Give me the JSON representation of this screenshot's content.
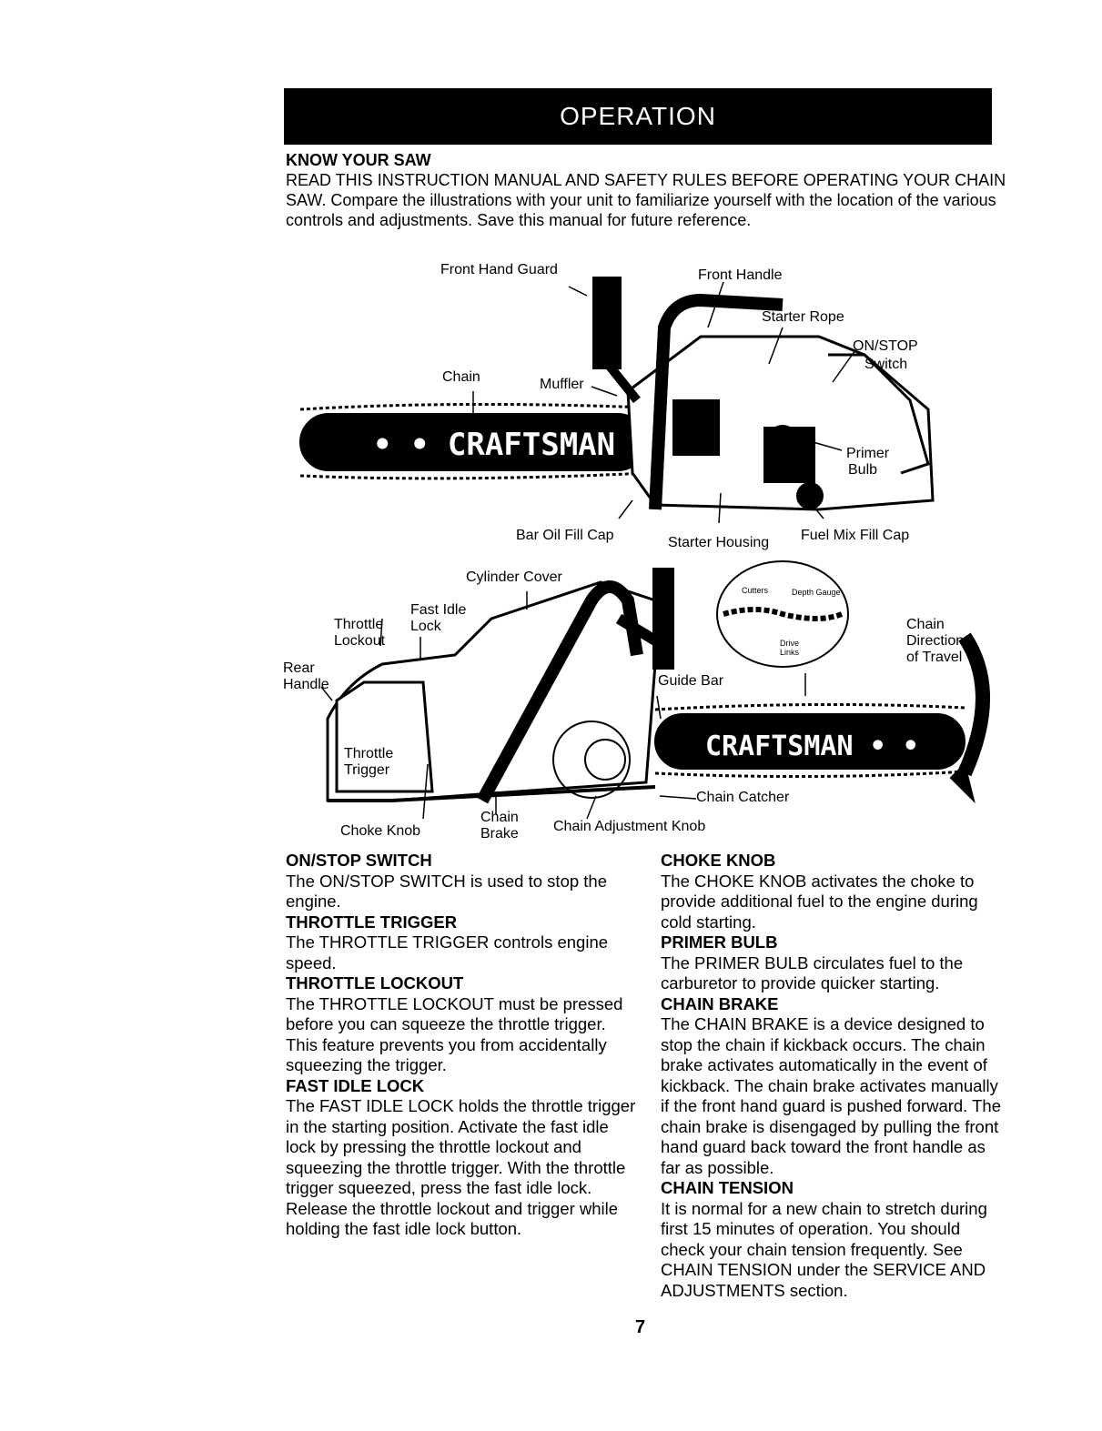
{
  "header": {
    "title": "OPERATION"
  },
  "intro": {
    "title": "KNOW YOUR SAW",
    "body": "READ THIS INSTRUCTION MANUAL AND SAFETY RULES BEFORE OPERATING YOUR CHAIN SAW. Compare the illustrations with your unit to familiarize yourself with the location of the various controls and adjustments. Save this manual for future reference."
  },
  "figure": {
    "brand": "CRAFTSMAN",
    "labels": {
      "front_hand_guard": "Front Hand Guard",
      "front_handle": "Front Handle",
      "starter_rope": "Starter Rope",
      "on_stop_switch_1": "ON/STOP",
      "on_stop_switch_2": "Switch",
      "chain": "Chain",
      "muffler": "Muffler",
      "primer_bulb_1": "Primer",
      "primer_bulb_2": "Bulb",
      "bar_oil_fill_cap": "Bar Oil Fill Cap",
      "starter_housing": "Starter Housing",
      "fuel_mix_fill_cap": "Fuel Mix Fill Cap",
      "cylinder_cover": "Cylinder Cover",
      "fast_idle_lock_1": "Fast Idle",
      "fast_idle_lock_2": "Lock",
      "throttle_lockout_1": "Throttle",
      "throttle_lockout_2": "Lockout",
      "rear_handle_1": "Rear",
      "rear_handle_2": "Handle",
      "throttle_trigger_1": "Throttle",
      "throttle_trigger_2": "Trigger",
      "guide_bar": "Guide Bar",
      "chain_direction_1": "Chain",
      "chain_direction_2": "Direction",
      "chain_direction_3": "of Travel",
      "cutters": "Cutters",
      "depth_gauge": "Depth Gauge",
      "drive_links_1": "Drive",
      "drive_links_2": "Links",
      "chain_catcher": "Chain Catcher",
      "choke_knob": "Choke Knob",
      "chain_brake_1": "Chain",
      "chain_brake_2": "Brake",
      "chain_adjustment_knob": "Chain Adjustment Knob"
    }
  },
  "sections_left": [
    {
      "heading": "ON/STOP SWITCH",
      "body": "The ON/STOP SWITCH is used to stop the engine."
    },
    {
      "heading": "THROTTLE TRIGGER",
      "body": "The THROTTLE TRIGGER controls engine speed."
    },
    {
      "heading": "THROTTLE LOCKOUT",
      "body": "The THROTTLE LOCKOUT must be pressed before you can squeeze the throttle trigger. This feature prevents you from accidentally squeezing the trigger."
    },
    {
      "heading": "FAST IDLE LOCK",
      "body": "The FAST IDLE LOCK holds the throttle trigger in the starting position. Activate the fast idle lock by pressing the throttle lockout and squeezing the throttle trigger. With the throttle trigger squeezed, press the fast idle lock. Release the throttle lockout and trigger while holding the fast idle lock button."
    }
  ],
  "sections_right": [
    {
      "heading": "CHOKE KNOB",
      "body": "The CHOKE KNOB activates the choke to provide additional fuel to the engine during cold starting."
    },
    {
      "heading": "PRIMER BULB",
      "body": "The PRIMER BULB circulates fuel to the carburetor to provide quicker starting."
    },
    {
      "heading": "CHAIN BRAKE",
      "body": "The CHAIN BRAKE is a device designed to stop the chain if kickback occurs. The chain brake activates automatically in the event of kickback. The chain brake activates manually if the front hand guard is pushed forward. The chain brake is disengaged by pulling the front hand guard back toward the front handle as far as possible."
    },
    {
      "heading": "CHAIN TENSION",
      "body": "It is normal for a new chain to stretch during first 15 minutes of operation. You should check your chain tension frequently. See CHAIN TENSION under the SERVICE AND ADJUSTMENTS section."
    }
  ],
  "page_number": "7"
}
